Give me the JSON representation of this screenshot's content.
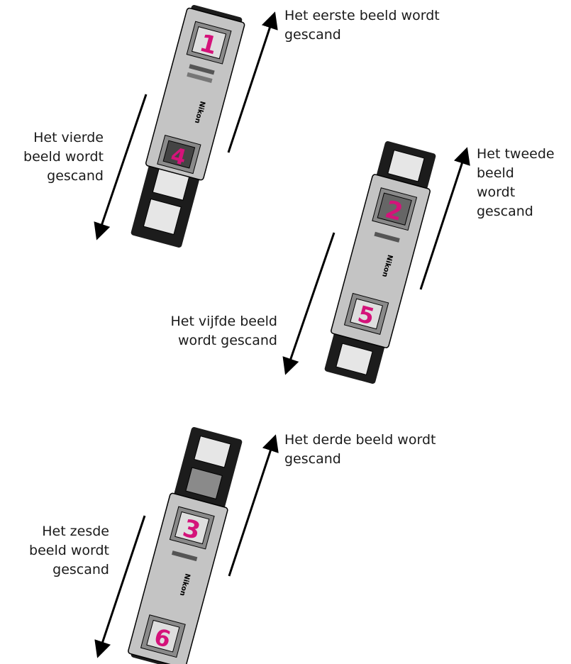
{
  "captions": {
    "first": "Het eerste beeld wordt\ngescand",
    "second": "Het tweede\nbeeld\nwordt\ngescand",
    "third": "Het derde beeld wordt\ngescand",
    "fourth": "Het vierde\nbeeld wordt\ngescand",
    "fifth": "Het vijfde beeld\nwordt gescand",
    "sixth": "Het zesde\nbeeld wordt\ngescand"
  },
  "frame_numbers": [
    "1",
    "2",
    "3",
    "4",
    "5",
    "6"
  ],
  "brand": "Nikon",
  "colors": {
    "frame_number": "#d4137a",
    "holder_dark": "#1c1c1c",
    "adapter_silver": "#c4c4c4",
    "arrow": "#000000"
  }
}
